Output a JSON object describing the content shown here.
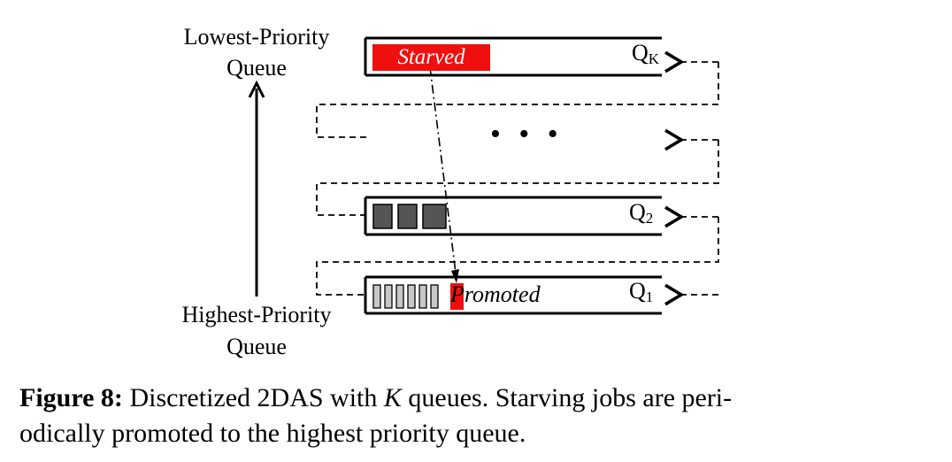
{
  "labels": {
    "lowest_line1": "Lowest-Priority",
    "lowest_line2": "Queue",
    "highest_line1": "Highest-Priority",
    "highest_line2": "Queue",
    "starved": "Starved",
    "promoted": "Promoted",
    "ellipsis": "• • •"
  },
  "queues": [
    {
      "name": "Q",
      "sub": "K"
    },
    {
      "name": "Q",
      "sub": "2"
    },
    {
      "name": "Q",
      "sub": "1"
    }
  ],
  "caption": {
    "label": "Figure 8:",
    "text_before": " Discretized 2DAS with ",
    "var": "K",
    "text_after": " queues. Starving jobs are peri-",
    "line2": "odically promoted to the highest priority queue."
  },
  "colors": {
    "highlight": "#f00f0f",
    "job_dark": "#555555",
    "job_light": "#c8c8c8"
  }
}
